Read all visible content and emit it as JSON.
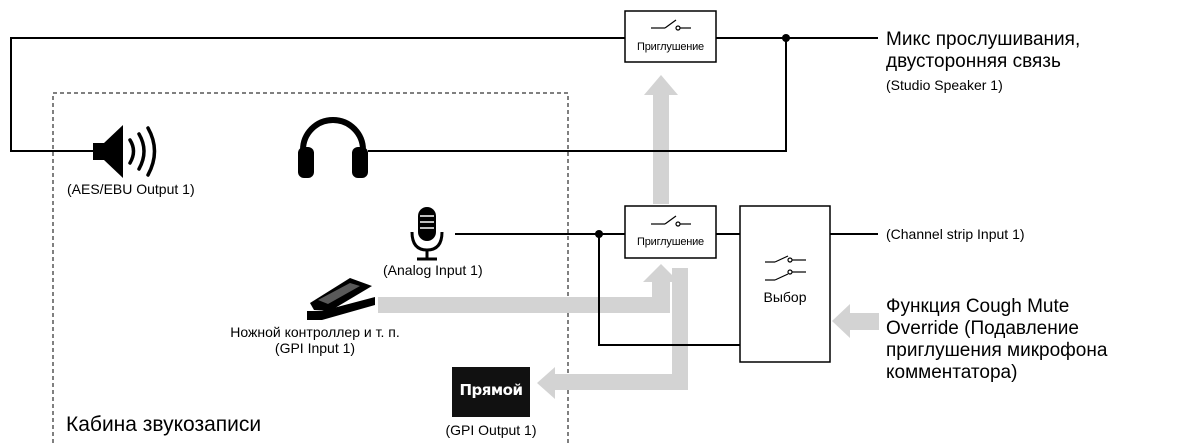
{
  "mute_box_top": {
    "label": "Приглушение"
  },
  "mute_box_mid": {
    "label": "Приглушение"
  },
  "select_box": {
    "label": "Выбор"
  },
  "outputs": {
    "monitor_line1": "Микс прослушивания,",
    "monitor_line2": "двусторонняя связь",
    "monitor_sub": "(Studio Speaker 1)",
    "channel_strip": "(Channel strip Input 1)"
  },
  "speaker": {
    "label": "(AES/EBU Output 1)",
    "icon": "speaker-icon"
  },
  "headphones": {
    "icon": "headphones-icon"
  },
  "mic": {
    "label": "(Analog Input 1)",
    "icon": "microphone-icon"
  },
  "pedal": {
    "line1": "Ножной контроллер и т. п.",
    "line2": "(GPI Input 1)",
    "icon": "foot-pedal-icon"
  },
  "onair": {
    "badge": "Прямой",
    "label": "(GPI Output 1)"
  },
  "cough_mute": {
    "line1": "Функция Cough Mute",
    "line2": "Override (Подавление",
    "line3": "приглушения микрофона",
    "line4": "комментатора)"
  },
  "booth": {
    "label": "Кабина звукозаписи"
  },
  "colors": {
    "line": "#000000",
    "arrow": "#d4d4d4",
    "badge_bg": "#111111",
    "badge_text": "#ffffff"
  }
}
